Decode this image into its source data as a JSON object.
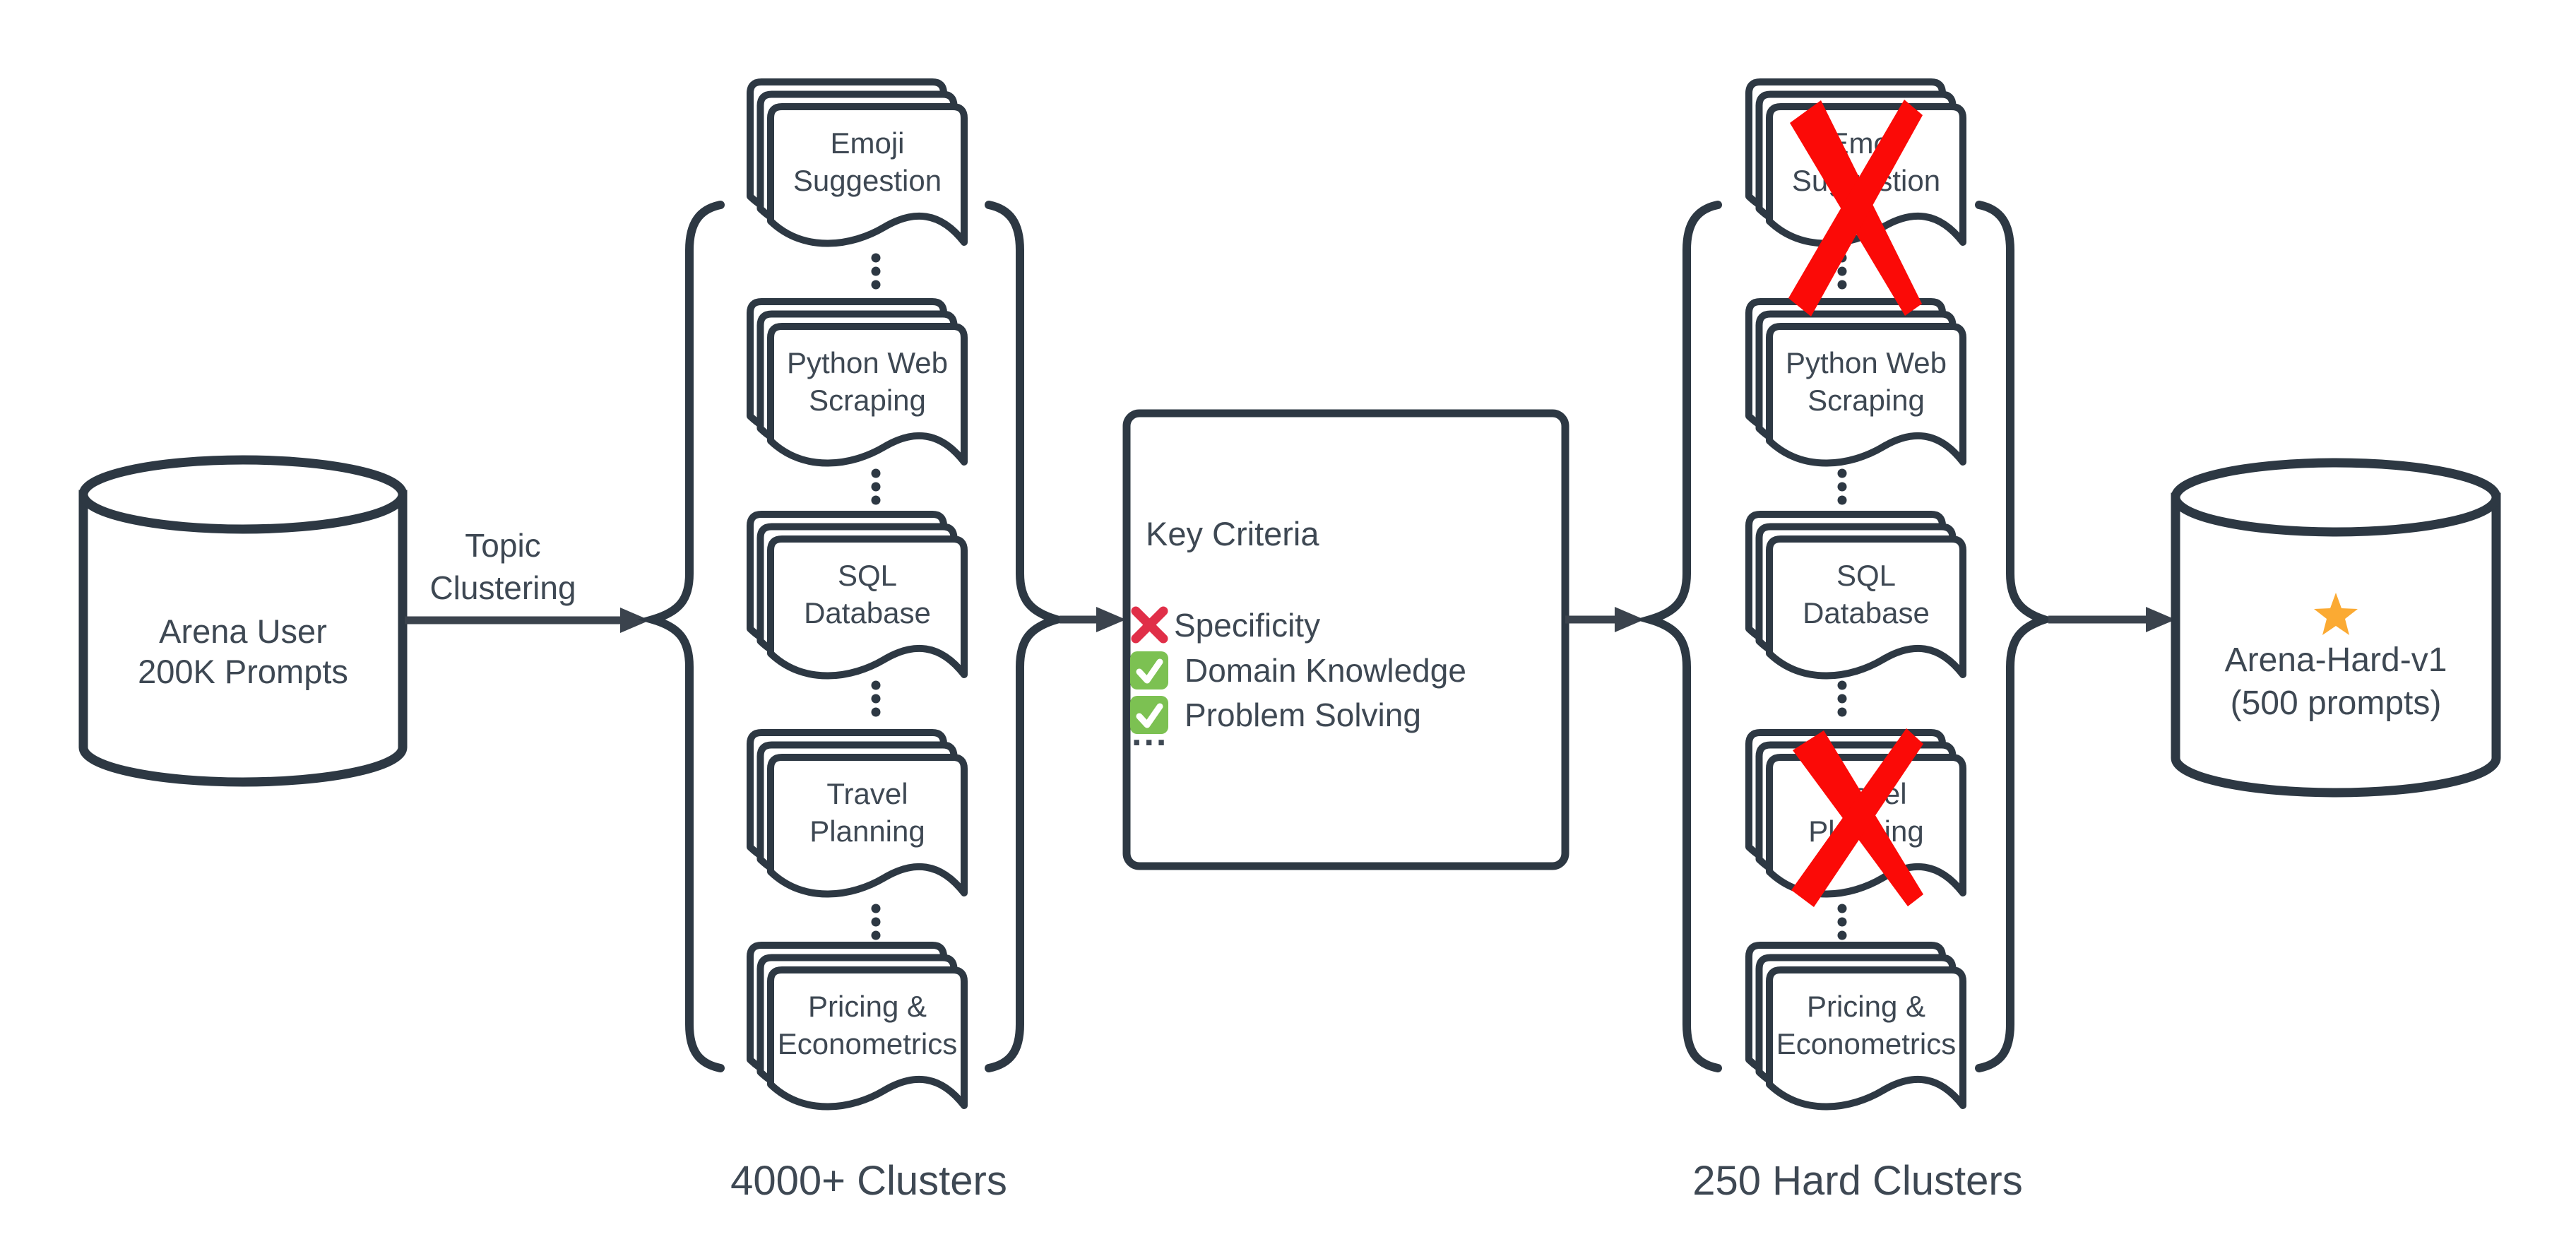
{
  "colors": {
    "ink": "#2d3843",
    "text": "#3e4853",
    "reject_red": "#fb0a07",
    "cross_red": "#e02f48",
    "check_green": "#7cc152",
    "star_orange": "#fbaa33",
    "background": "#ffffff"
  },
  "source_db": {
    "label": "Arena User\n200K Prompts"
  },
  "flow": {
    "step1_label": "Topic\nClustering"
  },
  "left_group": {
    "caption": "4000+ Clusters",
    "docs": [
      {
        "label": "Emoji\nSuggestion"
      },
      {
        "label": "Python Web\nScraping"
      },
      {
        "label": "SQL\nDatabase"
      },
      {
        "label": "Travel\nPlanning"
      },
      {
        "label": "Pricing &\nEconometrics"
      }
    ]
  },
  "criteria_box": {
    "title": "Key Criteria",
    "items": [
      {
        "icon": "red-cross-icon",
        "label": "Specificity"
      },
      {
        "icon": "green-check-icon",
        "label": "Domain Knowledge"
      },
      {
        "icon": "green-check-icon",
        "label": "Problem Solving"
      }
    ],
    "more_label": "..."
  },
  "right_group": {
    "caption": "250 Hard Clusters",
    "docs": [
      {
        "label": "Emoji\nSuggestion",
        "rejected": true
      },
      {
        "label": "Python Web\nScraping",
        "rejected": false
      },
      {
        "label": "SQL\nDatabase",
        "rejected": false
      },
      {
        "label": "Travel\nPlanning",
        "rejected": true
      },
      {
        "label": "Pricing &\nEconometrics",
        "rejected": false
      }
    ]
  },
  "output_db": {
    "label": "Arena-Hard-v1\n(500 prompts)",
    "icon": "star-icon"
  }
}
